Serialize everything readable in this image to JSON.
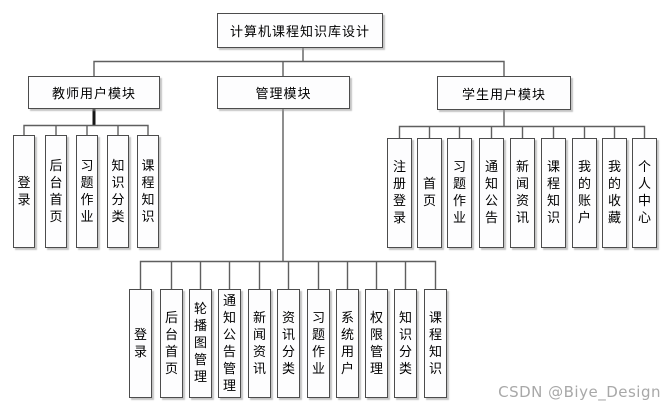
{
  "diagram": {
    "title": "计算机课程知识库设计",
    "modules": [
      {
        "label": "教师用户模块",
        "children": [
          "登录",
          "后台首页",
          "习题作业",
          "知识分类",
          "课程知识"
        ]
      },
      {
        "label": "管理模块",
        "children": [
          "登录",
          "后台首页",
          "轮播图管理",
          "通知公告管理",
          "新闻资讯",
          "资讯分类",
          "习题作业",
          "系统用户",
          "权限管理",
          "知识分类",
          "课程知识"
        ]
      },
      {
        "label": "学生用户模块",
        "children": [
          "注册登录",
          "首页",
          "习题作业",
          "通知公告",
          "新闻资讯",
          "课程知识",
          "我的账户",
          "我的收藏",
          "个人中心"
        ]
      }
    ]
  },
  "watermark": {
    "text": "CSDN @Biye_Design"
  },
  "colors": {
    "background": "#ffffff",
    "node_fill": "#fdfdfe",
    "node_border": "#4c4c4c",
    "connector": "#5f5f5f",
    "teacher_trunk": "#161616",
    "watermark": "#a8a8a8"
  }
}
